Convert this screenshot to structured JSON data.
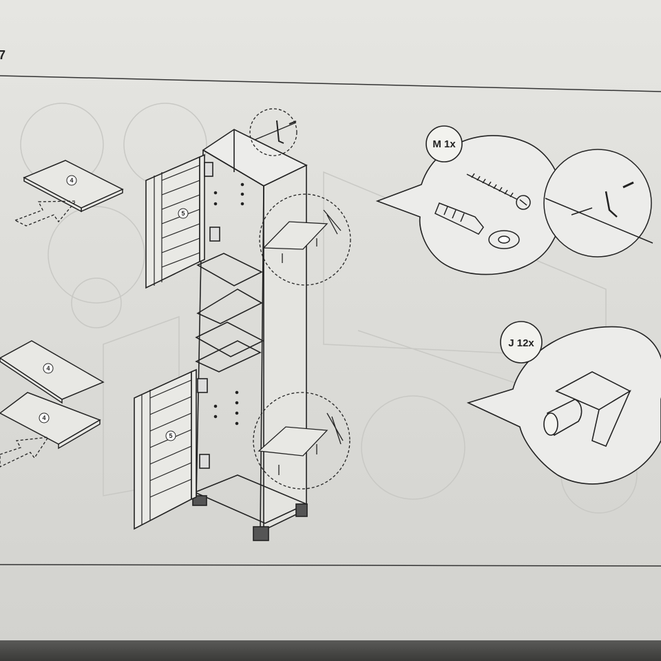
{
  "step": {
    "number": "7"
  },
  "parts": [
    {
      "id": "panel-shelf-top",
      "label": "4"
    },
    {
      "id": "panel-shelf-mid",
      "label": "4"
    },
    {
      "id": "panel-shelf-bottom",
      "label": "4"
    },
    {
      "id": "door-upper",
      "label": "5"
    },
    {
      "id": "door-lower",
      "label": "5"
    }
  ],
  "callouts": {
    "screw": {
      "label": "M 1x"
    },
    "pin": {
      "label": "J 12x"
    }
  }
}
